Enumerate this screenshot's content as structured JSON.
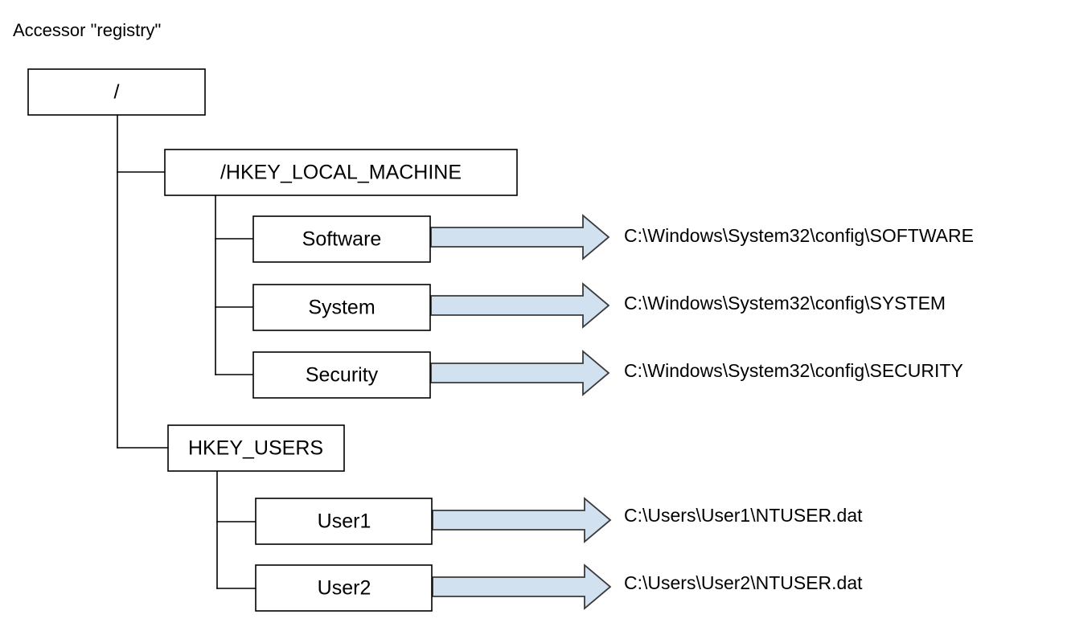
{
  "caption": {
    "text": "Accessor \"registry\""
  },
  "colors": {
    "arrow_fill": "#d2e1f0",
    "arrow_stroke": "#3a3a3a",
    "box_stroke": "#000000",
    "box_fill": "#ffffff",
    "text": "#000000",
    "background": "#ffffff"
  },
  "tree": {
    "root": {
      "label": "/"
    },
    "branches": [
      {
        "label": "/HKEY_LOCAL_MACHINE",
        "children": [
          {
            "label": "Software",
            "mapping": "C:\\Windows\\System32\\config\\SOFTWARE"
          },
          {
            "label": "System",
            "mapping": "C:\\Windows\\System32\\config\\SYSTEM"
          },
          {
            "label": "Security",
            "mapping": "C:\\Windows\\System32\\config\\SECURITY"
          }
        ]
      },
      {
        "label": "HKEY_USERS",
        "children": [
          {
            "label": "User1",
            "mapping": "C:\\Users\\User1\\NTUSER.dat"
          },
          {
            "label": "User2",
            "mapping": "C:\\Users\\User2\\NTUSER.dat"
          }
        ]
      }
    ]
  },
  "chart_data": {
    "type": "diagram",
    "title": "Accessor \"registry\"",
    "nodes": [
      "/",
      "/HKEY_LOCAL_MACHINE",
      "Software",
      "System",
      "Security",
      "HKEY_USERS",
      "User1",
      "User2"
    ],
    "edges": [
      [
        "/",
        "/HKEY_LOCAL_MACHINE"
      ],
      [
        "/",
        "HKEY_USERS"
      ],
      [
        "/HKEY_LOCAL_MACHINE",
        "Software"
      ],
      [
        "/HKEY_LOCAL_MACHINE",
        "System"
      ],
      [
        "/HKEY_LOCAL_MACHINE",
        "Security"
      ],
      [
        "HKEY_USERS",
        "User1"
      ],
      [
        "HKEY_USERS",
        "User2"
      ]
    ],
    "mappings": [
      {
        "from": "Software",
        "to": "C:\\Windows\\System32\\config\\SOFTWARE"
      },
      {
        "from": "System",
        "to": "C:\\Windows\\System32\\config\\SYSTEM"
      },
      {
        "from": "Security",
        "to": "C:\\Windows\\System32\\config\\SECURITY"
      },
      {
        "from": "User1",
        "to": "C:\\Users\\User1\\NTUSER.dat"
      },
      {
        "from": "User2",
        "to": "C:\\Users\\User2\\NTUSER.dat"
      }
    ]
  }
}
